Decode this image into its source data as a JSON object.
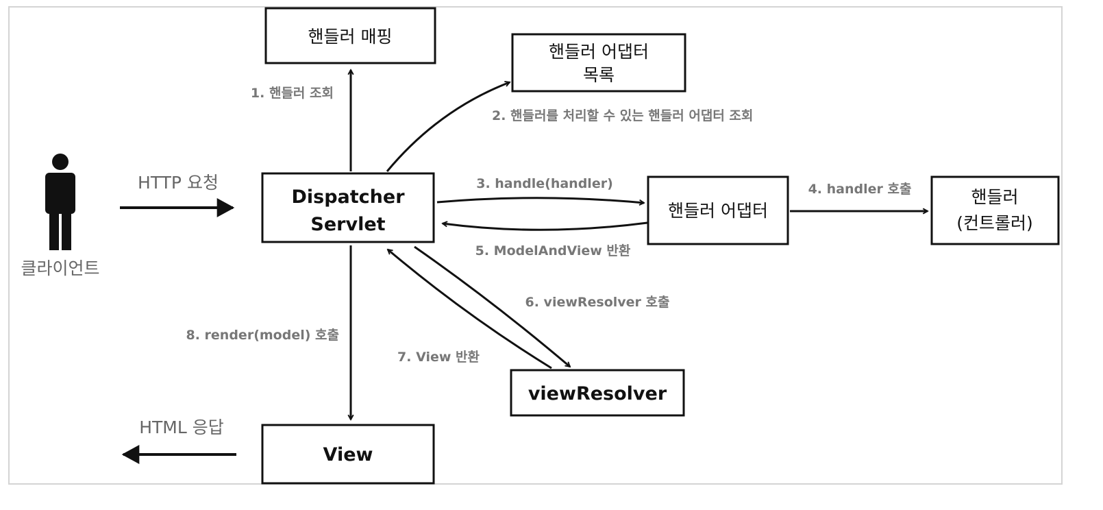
{
  "client": {
    "label": "클라이언트",
    "icon": "person-icon"
  },
  "side_labels": {
    "request": "HTTP 요청",
    "response": "HTML 응답"
  },
  "boxes": {
    "handler_mapping": "핸들러 매핑",
    "adapter_list": [
      "핸들러 어댑터",
      "목록"
    ],
    "dispatcher": [
      "Dispatcher",
      "Servlet"
    ],
    "handler_adapter": "핸들러 어댑터",
    "handler": [
      "핸들러",
      "(컨트롤러)"
    ],
    "view_resolver": "viewResolver",
    "view": "View"
  },
  "steps": [
    "1. 핸들러 조회",
    "2. 핸들러를 처리할 수 있는 핸들러 어댑터 조회",
    "3. handle(handler)",
    "4. handler 호출",
    "5. ModelAndView 반환",
    "6. viewResolver 호출",
    "7. View 반환",
    "8. render(model) 호출"
  ]
}
